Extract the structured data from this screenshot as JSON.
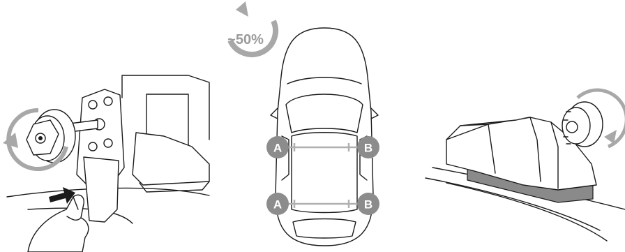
{
  "rotation_indicator": {
    "label": "~50%",
    "color": "#a8a8a8"
  },
  "car_topview": {
    "front_left_label": "A",
    "front_right_label": "B",
    "rear_left_label": "A",
    "rear_right_label": "B",
    "badge_color": "#8c8c8c",
    "bar_color": "#b0b0b0"
  },
  "colors": {
    "line": "#1a1a1a",
    "rotation_arrow": "#a8a8a8",
    "foot_pad": "#8a8a8a"
  },
  "icons": [
    "tighten-knob-icon",
    "rotation-arrow-icon",
    "push-arrow-icon",
    "hand-icon",
    "car-outline-icon",
    "roof-rack-foot-icon"
  ]
}
